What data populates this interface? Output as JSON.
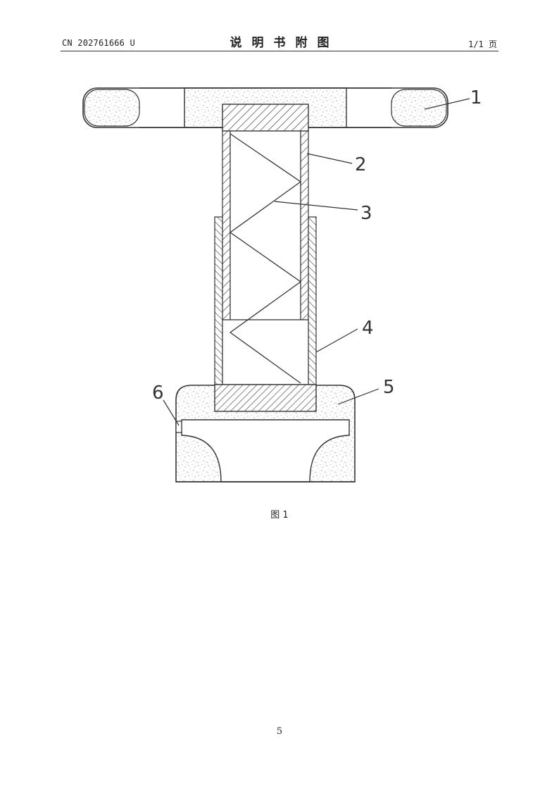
{
  "header": {
    "doc_number": "CN 202761666 U",
    "section_title": "说明书附图",
    "page_of": "1/1 页"
  },
  "figure": {
    "labels": [
      "1",
      "2",
      "3",
      "4",
      "5",
      "6"
    ],
    "caption": "图 1"
  },
  "footer": {
    "page_number": "5"
  }
}
